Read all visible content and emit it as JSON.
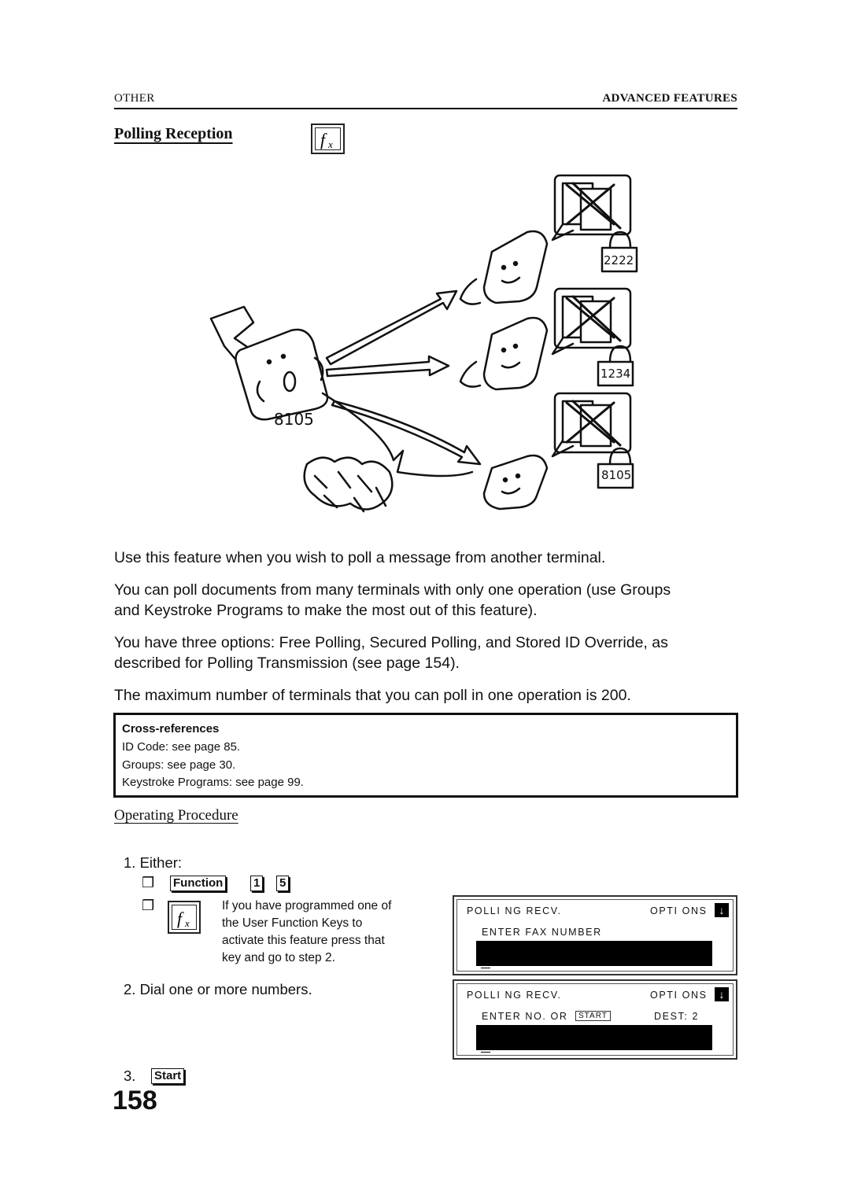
{
  "header": {
    "left": "OTHER",
    "right": "ADVANCED FEATURES"
  },
  "section_title": "Polling Reception",
  "illustration": {
    "labels": [
      "2222",
      "1234",
      "8105"
    ],
    "sender_number": "8105"
  },
  "paragraphs": [
    "Use this feature when you wish to poll a message from another terminal.",
    "You can poll documents from many terminals with only one operation (use Groups",
    "and Keystroke Programs to make the most out of this feature).",
    "You have three options: Free Polling, Secured Polling, and Stored ID Override, as",
    "described for Polling Transmission (see page  154).",
    "The maximum number of terminals that you can poll in one operation is 200."
  ],
  "cross_references": {
    "title": "Cross-references",
    "lines": [
      "ID Code: see page 85.",
      "Groups: see page 30.",
      "Keystroke Programs: see page 99."
    ]
  },
  "operating_procedure": {
    "title": "Operating Procedure",
    "step1": "1. Either:",
    "bullet": "❒",
    "keys": [
      "Function",
      "1",
      "5"
    ],
    "fx_note": [
      "If you have programmed one of",
      "the User Function Keys to",
      "activate this feature press that",
      "key and go to step 2."
    ],
    "step2": "2. Dial one or more numbers.",
    "step3": "3.",
    "start_key": "Start"
  },
  "lcd1": {
    "left": "POLLI NG RECV.",
    "right": "OPTI ONS",
    "line2": "ENTER FAX NUMBER"
  },
  "lcd2": {
    "left": "POLLI NG RECV.",
    "right": "OPTI ONS",
    "line2a": "ENTER NO.  OR",
    "line2key": "START",
    "line2b": "DEST:  2"
  },
  "page_number": "158"
}
